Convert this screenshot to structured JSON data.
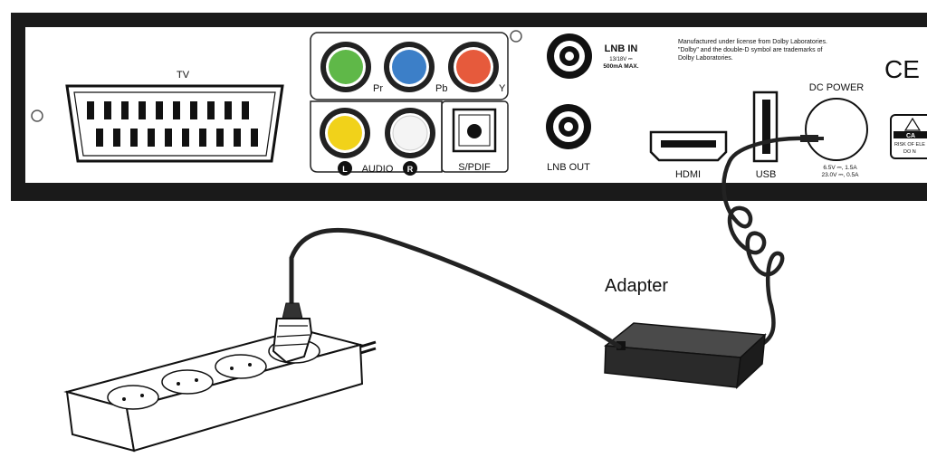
{
  "panel": {
    "tv_label": "TV",
    "component_labels": {
      "pr": "Pr",
      "pb": "Pb",
      "y": "Y"
    },
    "audio": {
      "label": "AUDIO",
      "left": "L",
      "right": "R"
    },
    "spdif_label": "S/PDIF",
    "lnb_in": {
      "label": "LNB IN",
      "spec_line1": "13/18V ⎓",
      "spec_line2": "500mA MAX."
    },
    "lnb_out_label": "LNB OUT",
    "hdmi_label": "HDMI",
    "usb_label": "USB",
    "dc_power": {
      "label": "DC POWER",
      "spec_line1": "6.5V ⎓, 1.5A",
      "spec_line2": "23.0V ⎓, 0.5A"
    },
    "dolby_notice": [
      "Manufactured under license from Dolby Laboratories.",
      "\"Dolby\" and the double-D symbol are trademarks of",
      "Dolby Laboratories."
    ],
    "ce_mark": "CE",
    "caution": {
      "line1": "CA",
      "line2": "RISK OF ELE",
      "line3": "DO N"
    }
  },
  "adapter_label": "Adapter",
  "colors": {
    "panel_dark": "#1a1a1a",
    "panel_face": "#ffffff",
    "jack_green": "#5fb848",
    "jack_blue": "#3c7fc8",
    "jack_red": "#e65a3c",
    "jack_yellow": "#f1d21a",
    "jack_white": "#f4f4f4",
    "adapter_body": "#2a2a2a",
    "cable": "#222222"
  }
}
